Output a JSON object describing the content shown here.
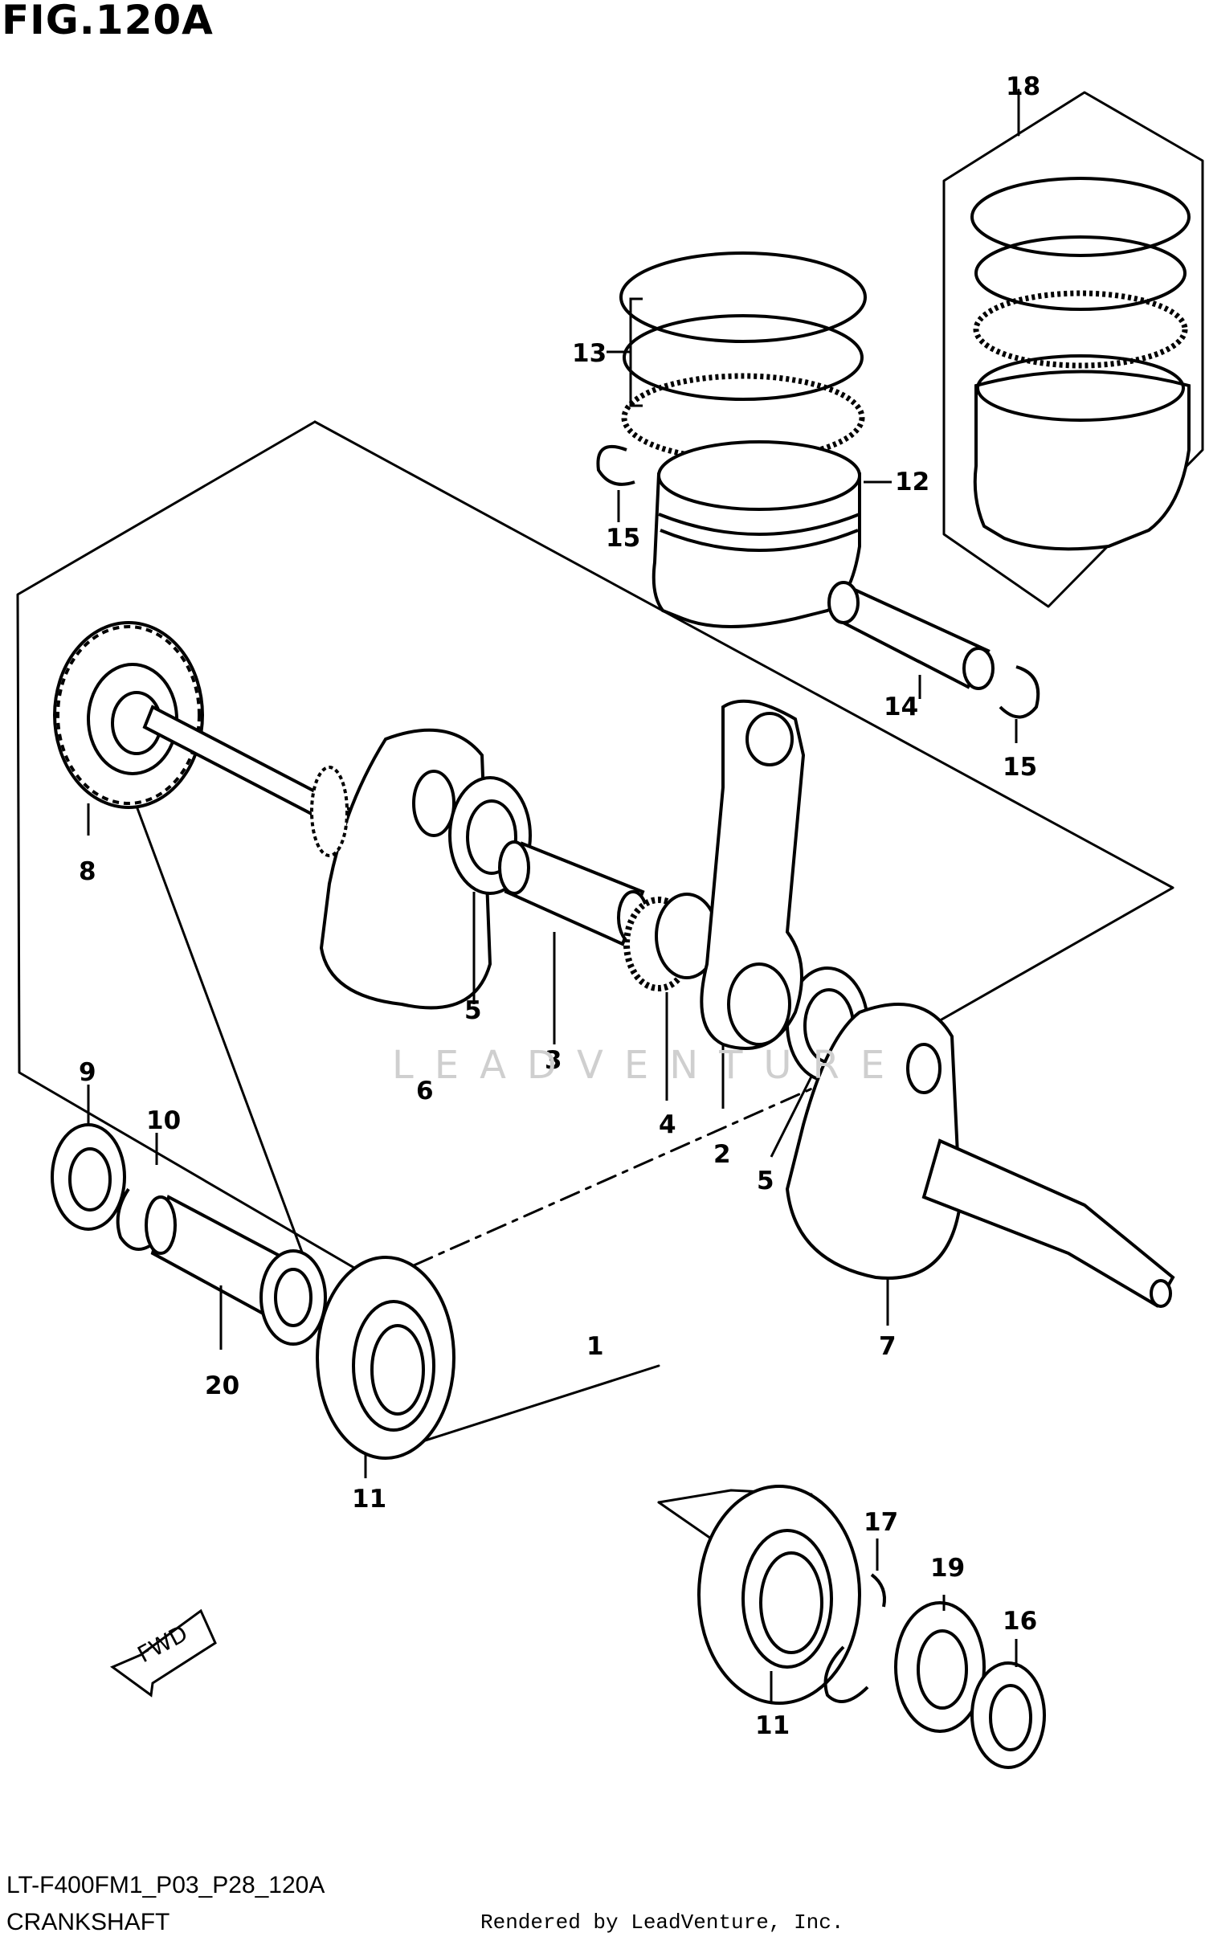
{
  "figure": {
    "title": "FIG.120A",
    "code": "LT-F400FM1_P03_P28_120A",
    "caption": "CRANKSHAFT",
    "rendered_by": "Rendered by LeadVenture, Inc.",
    "watermark": "LEADVENTURE",
    "fwd_arrow": "FWD"
  },
  "labels": [
    "18",
    "13",
    "12",
    "15",
    "15",
    "14",
    "8",
    "5",
    "3",
    "6",
    "4",
    "2",
    "5",
    "9",
    "10",
    "20",
    "11",
    "1",
    "7",
    "11",
    "17",
    "19",
    "16"
  ]
}
